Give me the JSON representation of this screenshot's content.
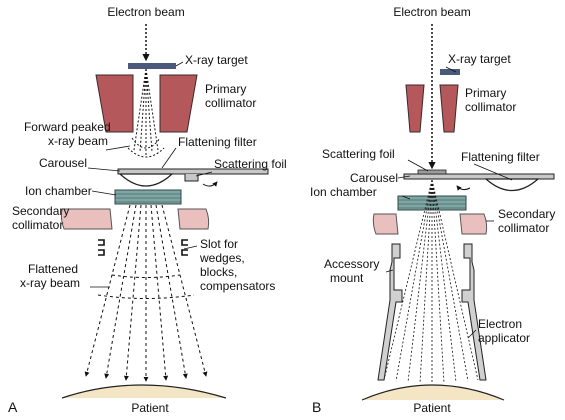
{
  "panel_a": {
    "letter": "A",
    "electron_beam": "Electron beam",
    "xray_target": "X-ray target",
    "primary_collimator": [
      "Primary",
      "collimator"
    ],
    "forward_peaked": [
      "Forward peaked",
      "x-ray beam"
    ],
    "flattening_filter": "Flattening filter",
    "carousel": "Carousel",
    "scattering_foil": "Scattering foil",
    "ion_chamber": "Ion chamber",
    "secondary_collimator": [
      "Secondary",
      "collimator"
    ],
    "slot": [
      "Slot for",
      "wedges,",
      "blocks,",
      "compensators"
    ],
    "flattened_beam": [
      "Flattened",
      "x-ray beam"
    ],
    "patient": "Patient"
  },
  "panel_b": {
    "letter": "B",
    "electron_beam": "Electron beam",
    "xray_target": "X-ray target",
    "primary_collimator": [
      "Primary",
      "collimator"
    ],
    "scattering_foil": "Scattering foil",
    "flattening_filter": "Flattening filter",
    "carousel": "Carousel",
    "ion_chamber": "Ion chamber",
    "secondary_collimator": [
      "Secondary",
      "collimator"
    ],
    "accessory_mount": [
      "Accessory",
      "mount"
    ],
    "electron_applicator": [
      "Electron",
      "applicator"
    ],
    "patient": "Patient"
  },
  "colors": {
    "collimator": "#b5585c",
    "secondary_collimator": "#e9c0bd",
    "ion_chamber": "#7fa6a4",
    "target": "#4b5a7a",
    "carousel": "#c8c8c8"
  }
}
